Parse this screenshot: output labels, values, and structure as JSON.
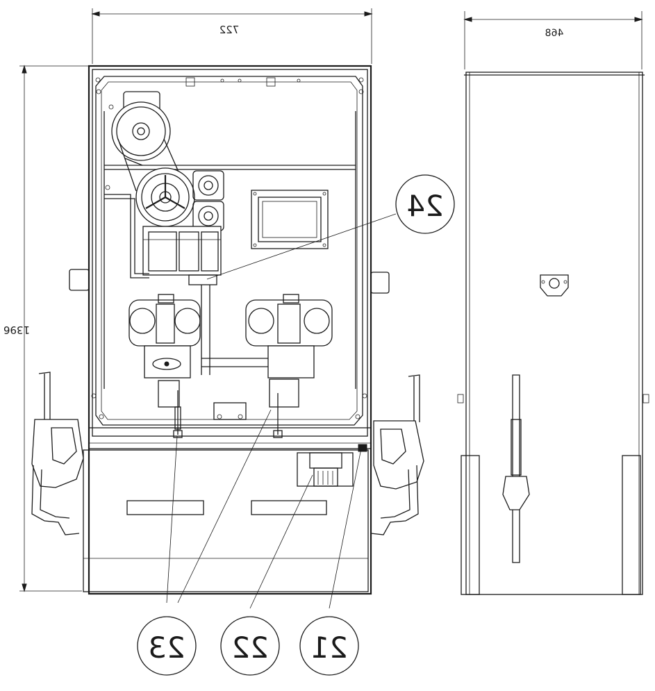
{
  "dimensions": {
    "front_width": "722",
    "side_width": "468",
    "height": "1396"
  },
  "callouts": [
    {
      "id": "item-24",
      "label": "24"
    },
    {
      "id": "item-23",
      "label": "23"
    },
    {
      "id": "item-22",
      "label": "22"
    },
    {
      "id": "item-21",
      "label": "21"
    }
  ],
  "colors": {
    "line": "#1a1a1a",
    "background": "#ffffff"
  }
}
